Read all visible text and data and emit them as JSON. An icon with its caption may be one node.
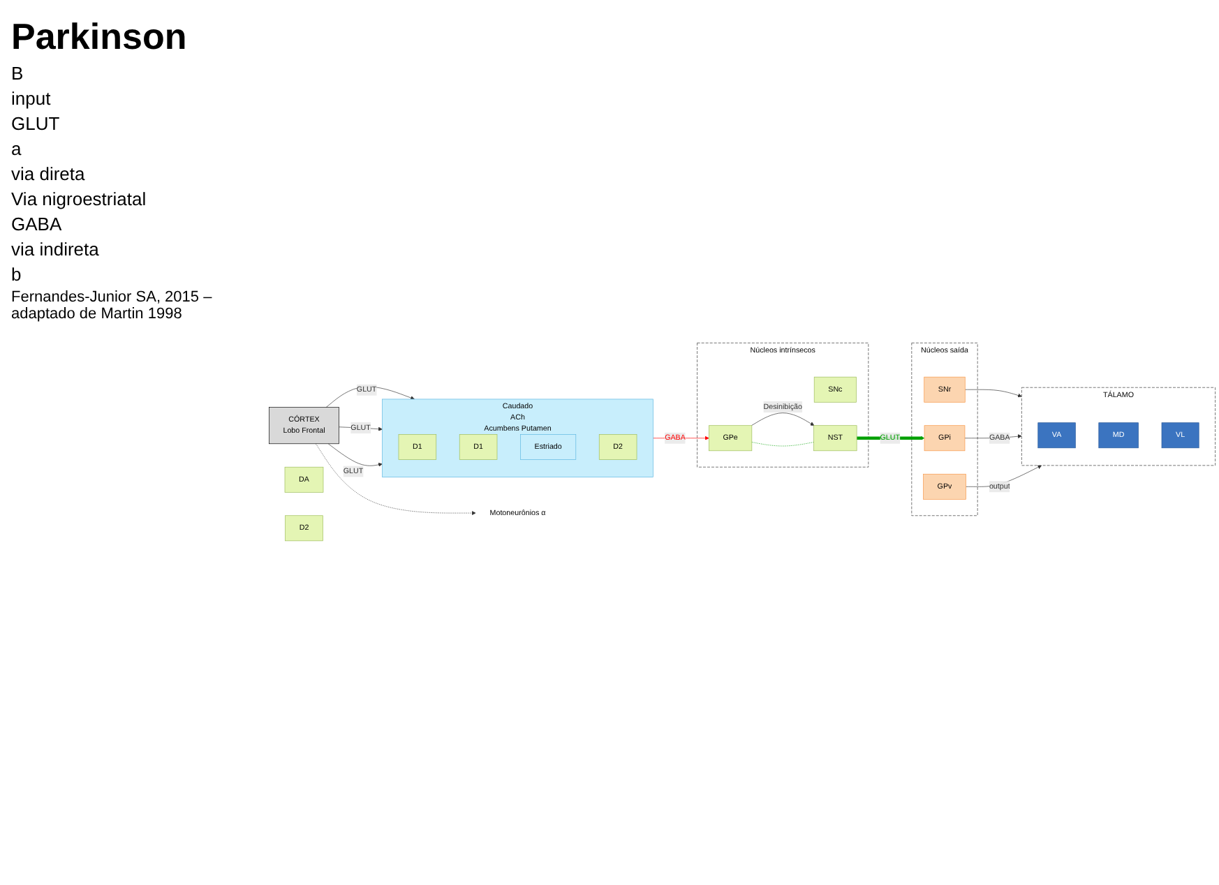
{
  "diagram": {
    "title": "Parkinson",
    "caption": "Fernandes-Junior SA, 2015 – adaptado de Martin 1998",
    "nodes": [
      {
        "text": [
          "CÓRTEX",
          "Lobo Frontal"
        ]
      },
      {
        "text": [
          "Motoneurônios α"
        ]
      },
      {
        "text": [
          "Núcleos intrínsecos"
        ]
      },
      {
        "text": [
          "SNc"
        ],
        "in": 2
      },
      {
        "text": [
          "DA"
        ]
      },
      {
        "text": [
          "D2"
        ]
      },
      {
        "text": [
          "GPe"
        ],
        "in": 2
      },
      {
        "text": [
          "NST"
        ],
        "in": 2
      },
      {
        "text": [
          "Caudado",
          "ACh",
          "Acumbens Putamen"
        ]
      },
      {
        "text": [
          "D1"
        ],
        "in": 8
      },
      {
        "text": [
          "D1"
        ],
        "in": 8
      },
      {
        "text": [
          "Estriado"
        ],
        "in": 8
      },
      {
        "text": [
          "D2"
        ],
        "in": 8
      },
      {
        "text": [
          "Núcleos saída"
        ]
      },
      {
        "text": [
          "SNr"
        ],
        "in": 13
      },
      {
        "text": [
          "GPi"
        ],
        "in": 13
      },
      {
        "text": [
          "GPv"
        ],
        "in": 13
      },
      {
        "text": [
          "TÁLAMO"
        ]
      },
      {
        "text": [
          "VA"
        ],
        "in": 17
      },
      {
        "text": [
          "MD"
        ],
        "in": 17
      },
      {
        "text": [
          "VL"
        ],
        "in": 17
      }
    ],
    "edges": [
      {
        "from": 0,
        "to": 8,
        "arrow": "to",
        "label": "GLUT"
      },
      {
        "from": 0,
        "to": 8,
        "arrow": "to",
        "label": "GLUT"
      },
      {
        "from": 0,
        "to": 8,
        "arrow": "to",
        "label": "GLUT"
      },
      {
        "from": 0,
        "to": 1,
        "arrow": "to",
        "style": "dashed"
      },
      {
        "from": 8,
        "to": 6,
        "arrow": "to",
        "label": "GABA",
        "color": "#ff0000"
      },
      {
        "from": 6,
        "to": 7,
        "arrow": "to",
        "label": "Desinibição"
      },
      {
        "from": 6,
        "to": 7,
        "arrow": "none",
        "style": "dashed",
        "color": "#00a000"
      },
      {
        "from": 7,
        "to": 15,
        "arrow": "to",
        "label": "GLUT",
        "style": "thick",
        "color": "#00a000"
      },
      {
        "from": 14,
        "to": 17,
        "arrow": "to"
      },
      {
        "from": 15,
        "to": 17,
        "arrow": "to",
        "label": "GABA"
      },
      {
        "from": 16,
        "to": 17,
        "arrow": "to",
        "label": "output"
      }
    ],
    "labels": [
      "B",
      "input",
      "GLUT",
      "a",
      "via direta",
      "Via nigroestriatal",
      "GABA",
      "via indireta",
      "b"
    ]
  }
}
